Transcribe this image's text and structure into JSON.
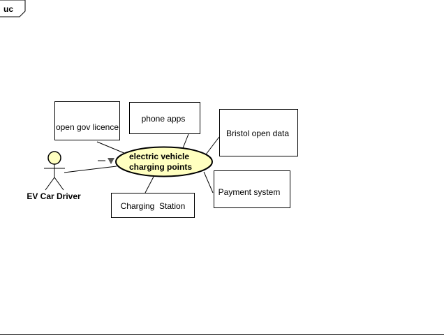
{
  "frame": {
    "tag": "uc"
  },
  "use_case": {
    "line1": "electric vehicle",
    "line2": "charging points"
  },
  "actor": {
    "label": "EV Car Driver"
  },
  "boxes": {
    "open_gov": "open gov licence",
    "phone_apps": "phone apps",
    "bristol_data": "Bristol open data",
    "payment": "Payment system",
    "charging_station": "Charging  Station"
  },
  "colors": {
    "use_case_fill": "#FFFFC0",
    "actor_fill": "#FFFFC0",
    "stroke": "#000000",
    "arrow": "#555555"
  }
}
